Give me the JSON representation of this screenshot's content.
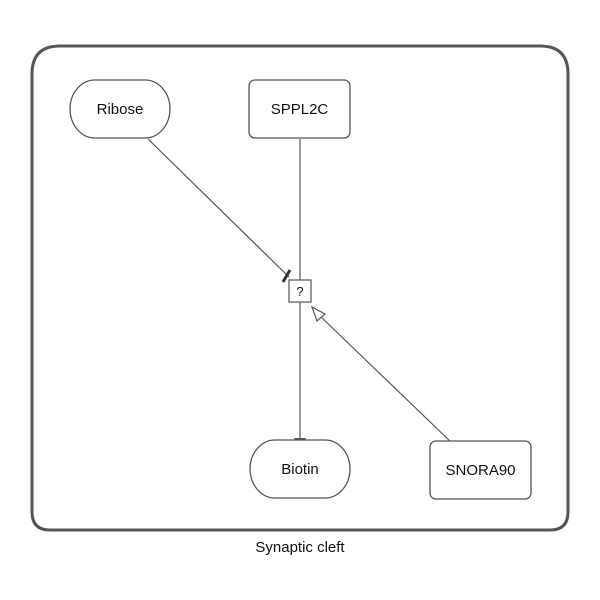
{
  "compartment": {
    "label": "Synaptic cleft"
  },
  "nodes": {
    "ribose": {
      "label": "Ribose",
      "shape": "ellipse"
    },
    "sppl2c": {
      "label": "SPPL2C",
      "shape": "rounded-rect"
    },
    "biotin": {
      "label": "Biotin",
      "shape": "ellipse"
    },
    "snora90": {
      "label": "SNORA90",
      "shape": "rounded-rect"
    }
  },
  "process": {
    "label": "?"
  },
  "edges": [
    {
      "from": "Ribose",
      "to": "?",
      "type": "inhibition"
    },
    {
      "from": "SPPL2C",
      "to": "?",
      "type": "consumption"
    },
    {
      "from": "?",
      "to": "Biotin",
      "type": "production"
    },
    {
      "from": "SNORA90",
      "to": "?",
      "type": "stimulation"
    }
  ],
  "colors": {
    "stroke": "#555555",
    "text": "#111111",
    "background": "#ffffff"
  }
}
